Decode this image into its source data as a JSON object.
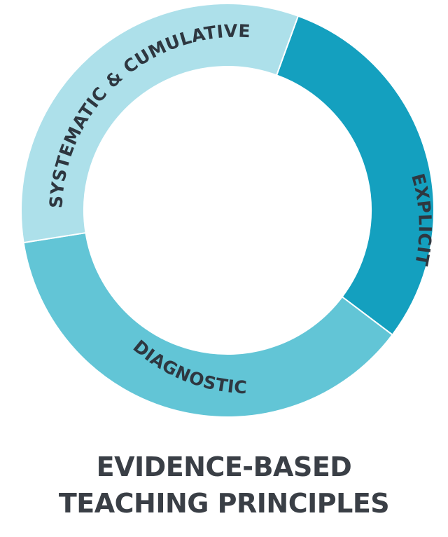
{
  "diagram": {
    "segments": [
      {
        "label": "EXPLICIT",
        "color": "#14a0bf"
      },
      {
        "label": "DIAGNOSTIC",
        "color": "#62c5d6"
      },
      {
        "label": "SYSTEMATIC & CUMULATIVE",
        "color": "#ade0ea"
      }
    ]
  },
  "caption": {
    "line1": "EVIDENCE-BASED",
    "line2": "TEACHING PRINCIPLES"
  }
}
